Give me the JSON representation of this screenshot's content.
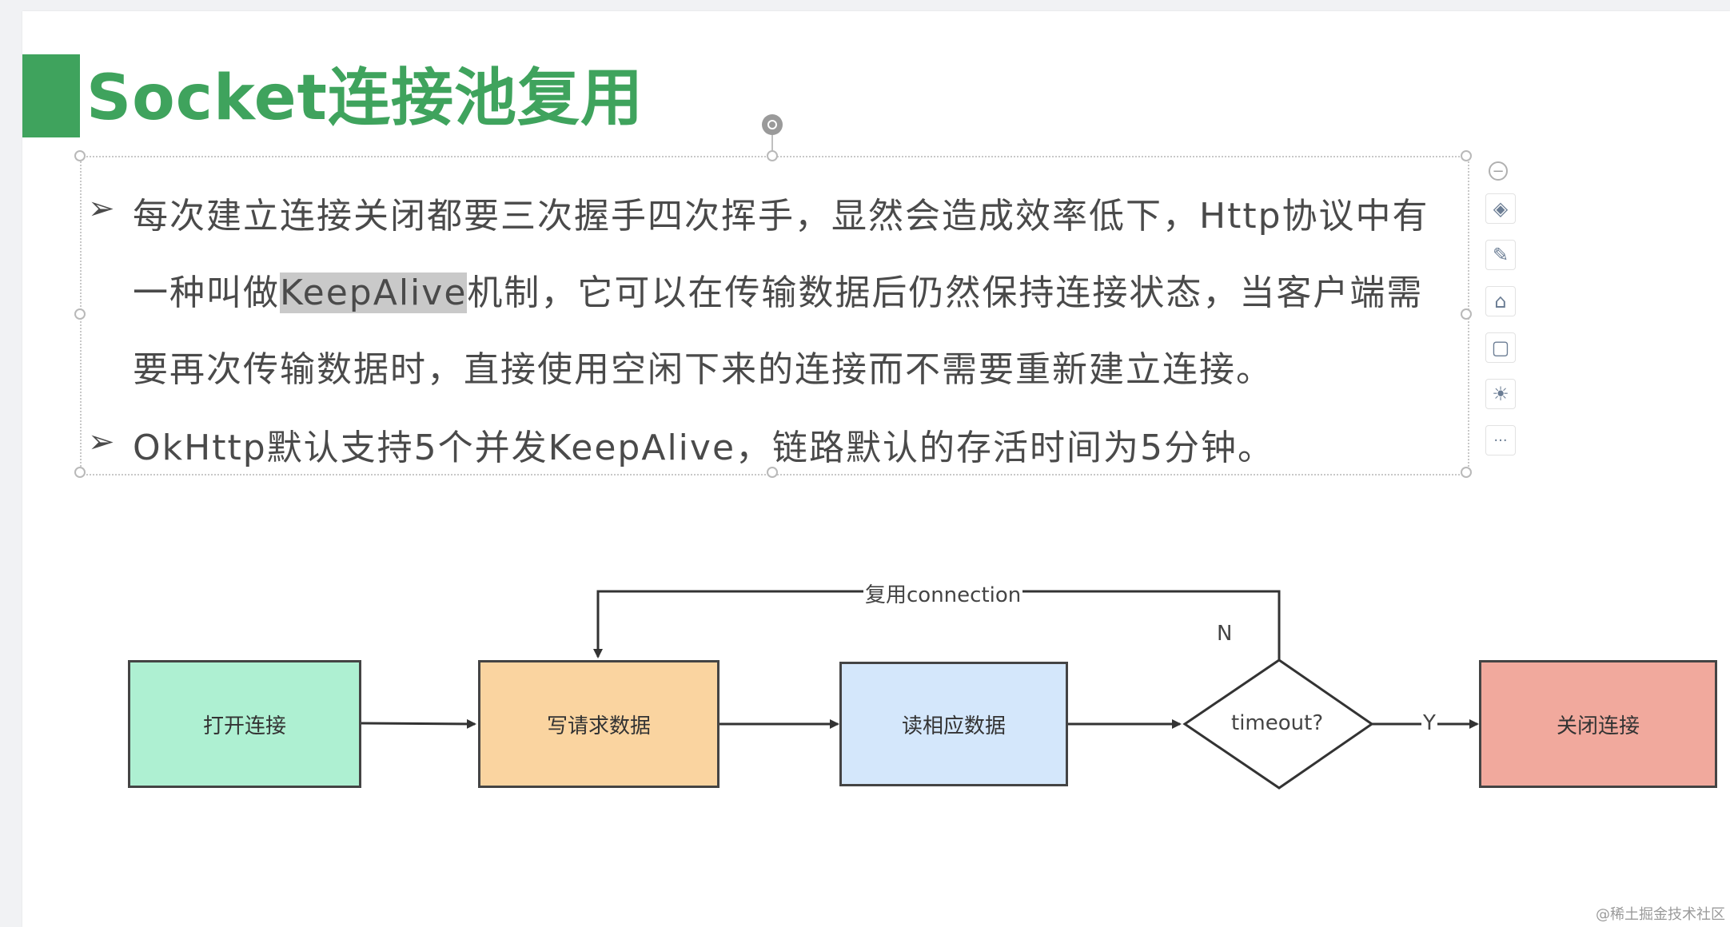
{
  "slide": {
    "title": "Socket连接池复用",
    "bullet_marker": "➢",
    "bullets": [
      {
        "lines": [
          "每次建立连接关闭都要三次握手四次挥手，显然会造成效率低下，Http协议中有",
          {
            "before": "一种叫做",
            "highlight": "KeepAlive",
            "after": "机制，它可以在传输数据后仍然保持连接状态，当客户端需"
          },
          "要再次传输数据时，直接使用空闲下来的连接而不需要重新建立连接。"
        ]
      },
      {
        "lines": [
          "OkHttp默认支持5个并发KeepAlive，链路默认的存活时间为5分钟。"
        ]
      }
    ]
  },
  "toolbar": {
    "collapse": "−",
    "items": [
      {
        "name": "layers-icon",
        "glyph": "◈"
      },
      {
        "name": "pen-icon",
        "glyph": "✎"
      },
      {
        "name": "eraser-icon",
        "glyph": "⌂"
      },
      {
        "name": "crop-icon",
        "glyph": "▢"
      },
      {
        "name": "lightbulb-icon",
        "glyph": "☀"
      },
      {
        "name": "more-icon",
        "glyph": "···"
      }
    ]
  },
  "flowchart": {
    "nodes": {
      "open": {
        "label": "打开连接",
        "color": "#aef0d2"
      },
      "write": {
        "label": "写请求数据",
        "color": "#fad4a0"
      },
      "read": {
        "label": "读相应数据",
        "color": "#d4e7fb"
      },
      "decision": {
        "label": "timeout?"
      },
      "close": {
        "label": "关闭连接",
        "color": "#f1a99d"
      }
    },
    "edge_labels": {
      "reuse": "复用connection",
      "no": "N",
      "yes": "Y"
    }
  },
  "watermark": "@稀土掘金技术社区"
}
